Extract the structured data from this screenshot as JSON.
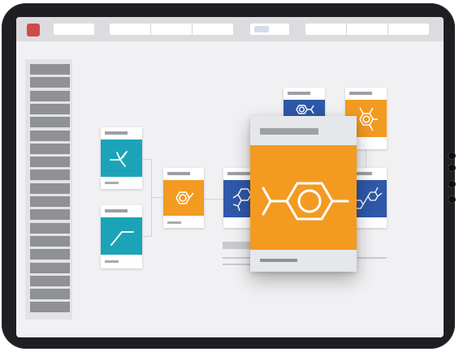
{
  "app": {
    "toolbar": {
      "close_icon": "close-square-icon",
      "close_color": "#cf4b4b",
      "menu_groups": 3,
      "search_icon": "search-field-icon"
    },
    "sidebar": {
      "item_count": 19
    }
  },
  "workflow": {
    "nodes": [
      {
        "id": "node-1",
        "color": "#1ba4b7",
        "icon": "branched-alkane-molecule-icon"
      },
      {
        "id": "node-2",
        "color": "#1ba4b7",
        "icon": "chain-molecule-icon"
      },
      {
        "id": "node-3",
        "color": "#f39a21",
        "icon": "methylbenzene-molecule-icon"
      },
      {
        "id": "node-4",
        "color": "#2f58a8",
        "icon": "substituted-benzene-molecule-icon"
      },
      {
        "id": "node-5",
        "color": "#2f58a8",
        "icon": "isopropylbenzene-molecule-icon"
      },
      {
        "id": "node-6",
        "color": "#f39a21",
        "icon": "trimethylbenzene-molecule-icon"
      },
      {
        "id": "node-7",
        "color": "#2f58a8",
        "icon": "biphenyl-molecule-icon"
      }
    ],
    "zoomed_card": {
      "color": "#f39a21",
      "icon": "cumene-molecule-icon"
    }
  },
  "colors": {
    "teal": "#1ba4b7",
    "orange": "#f39a21",
    "blue": "#2f58a8",
    "device_frame": "#1d1f22",
    "canvas": "#f1f1f3"
  }
}
